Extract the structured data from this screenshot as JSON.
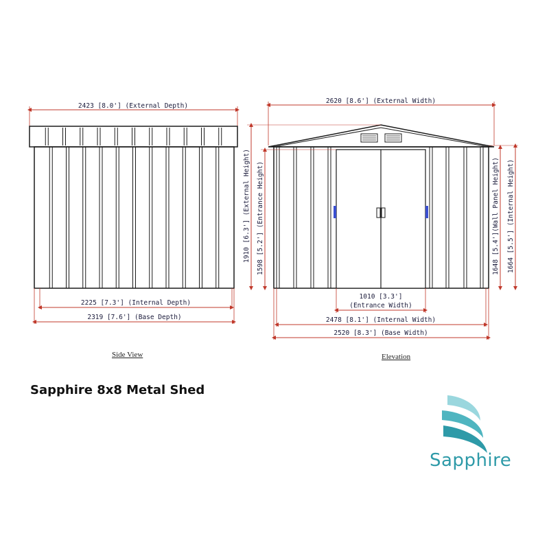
{
  "views": {
    "side": {
      "caption": "Side View",
      "external_depth": "2423 [8.0'] (External Depth)",
      "internal_depth": "2225 [7.3'] (Internal Depth)",
      "base_depth": "2319 [7.6'] (Base Depth)"
    },
    "elevation": {
      "caption": "Elevation",
      "external_width": "2620 [8.6'] (External Width)",
      "external_height": "1910 [6.3'] (External Height)",
      "entrance_height": "1598 [5.2'] (Entrance Height)",
      "wall_panel_height": "1648 [5.4'](Wall Panel Height)",
      "internal_height": "1664 [5.5'] (Internal Height)",
      "entrance_width_value": "1010 [3.3']",
      "entrance_width_label": "(Entrance Width)",
      "internal_width": "2478 [8.1'] (Internal Width)",
      "base_width": "2520 [8.3'] (Base Width)"
    }
  },
  "title": "Sapphire 8x8 Metal Shed",
  "brand": {
    "name": "Sapphire",
    "color": "#2e9aa8"
  },
  "colors": {
    "dimension_line": "#c0392b",
    "outline": "#1a1a1a",
    "hinge": "#3a4fd0"
  }
}
